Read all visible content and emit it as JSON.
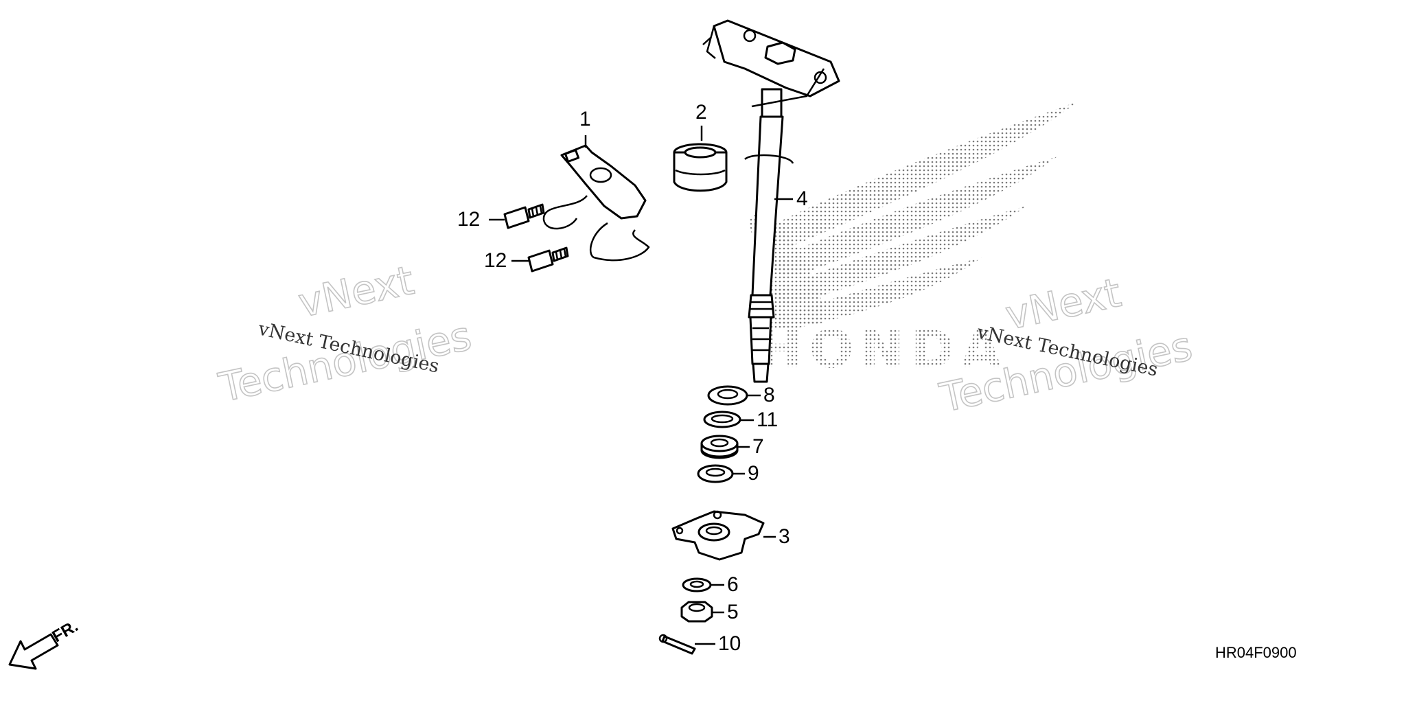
{
  "diagram": {
    "drawing_code": "HR04F0900",
    "direction_label": "FR.",
    "watermark": {
      "serif_text": "vNext Technologies",
      "outline_word_1": "vNext",
      "outline_word_2": "Technologies"
    },
    "brand_logo_text": "HONDA",
    "callouts": [
      {
        "id": "1",
        "label": "1"
      },
      {
        "id": "2",
        "label": "2"
      },
      {
        "id": "4",
        "label": "4"
      },
      {
        "id": "12a",
        "label": "12"
      },
      {
        "id": "12b",
        "label": "12"
      },
      {
        "id": "8",
        "label": "8"
      },
      {
        "id": "11",
        "label": "11"
      },
      {
        "id": "7",
        "label": "7"
      },
      {
        "id": "9",
        "label": "9"
      },
      {
        "id": "3",
        "label": "3"
      },
      {
        "id": "6",
        "label": "6"
      },
      {
        "id": "5",
        "label": "5"
      },
      {
        "id": "10",
        "label": "10"
      }
    ]
  }
}
